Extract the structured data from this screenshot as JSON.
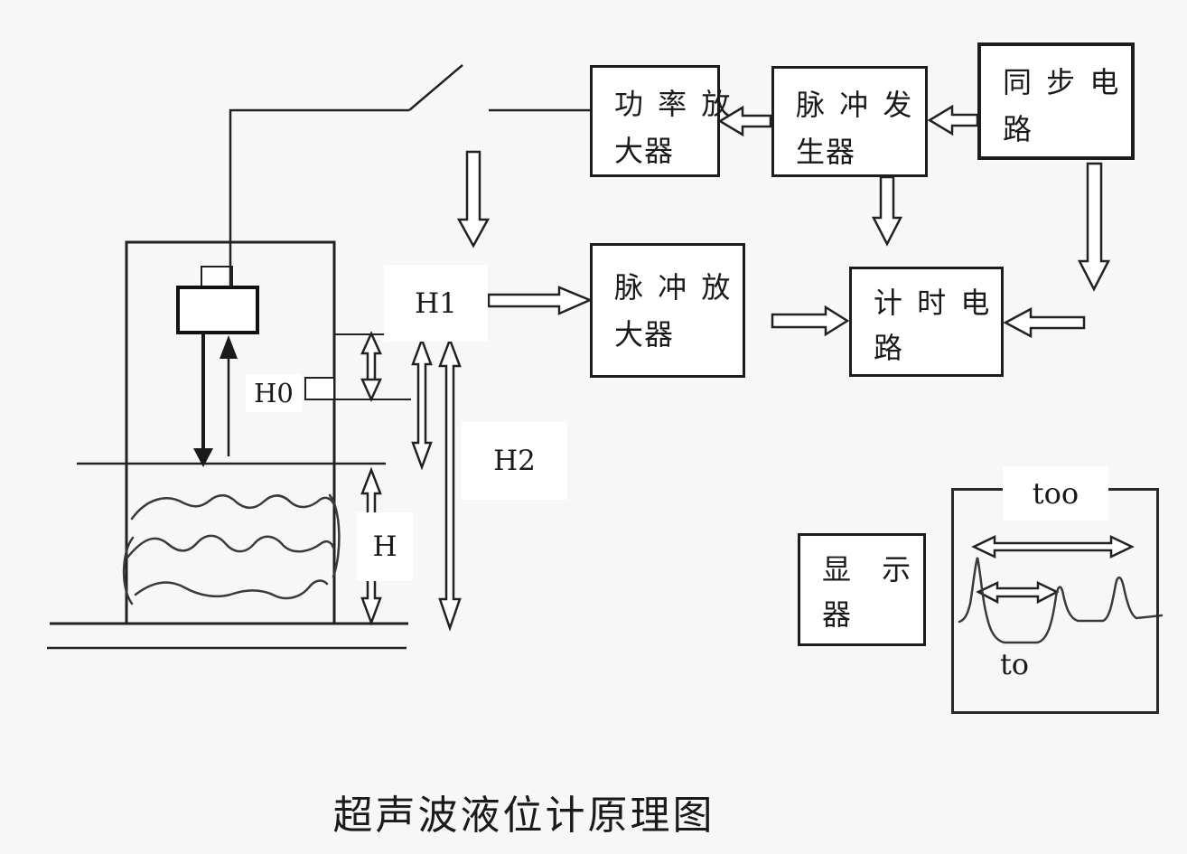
{
  "page": {
    "title": "超声波液位计原理图",
    "background": "#f7f7f7",
    "line_color": "#222222",
    "box_fill": "#ffffff"
  },
  "boxes": {
    "power_amp": {
      "line1": "功 率 放",
      "line2": "大器"
    },
    "pulse_gen": {
      "line1": "脉 冲 发",
      "line2": "生器"
    },
    "sync": {
      "line1": "同 步 电",
      "line2": "路"
    },
    "pulse_amp": {
      "line1": "脉 冲 放",
      "line2": "大器"
    },
    "timing": {
      "line1": "计 时 电",
      "line2": "路"
    },
    "display": {
      "line1": "显 示",
      "line2": "器"
    }
  },
  "labels": {
    "h0": "H0",
    "h1": "H1",
    "h2": "H2",
    "h": "H",
    "too": "too",
    "to": "to"
  }
}
